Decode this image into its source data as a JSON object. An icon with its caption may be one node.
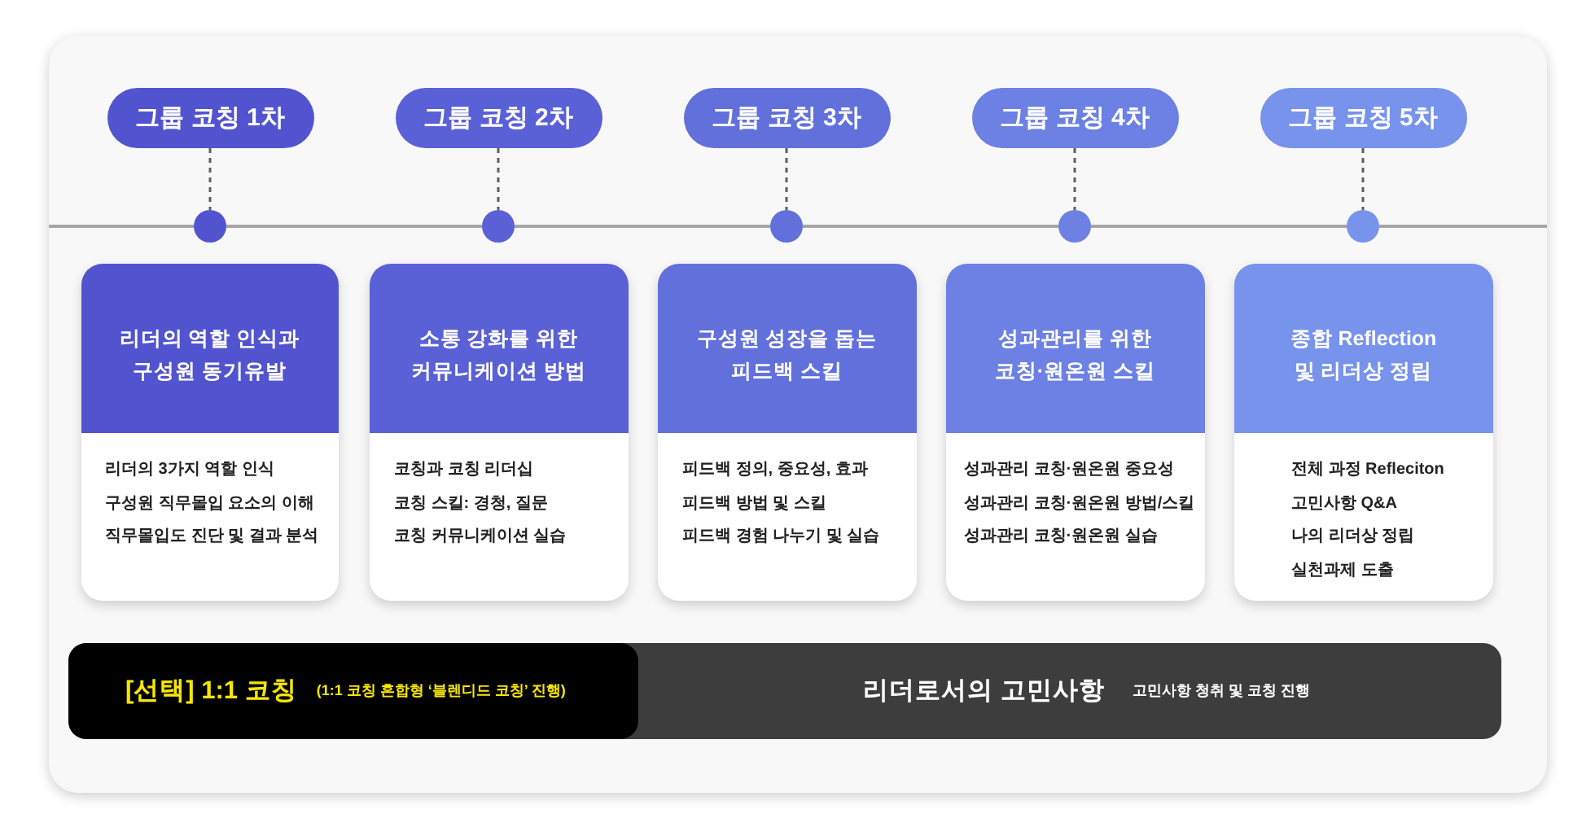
{
  "diagram": {
    "nodes": [
      {
        "text": [
          "그룹 코칭 1차"
        ]
      },
      {
        "text": [
          "그룹 코칭 2차"
        ]
      },
      {
        "text": [
          "그룹 코칭 3차"
        ]
      },
      {
        "text": [
          "그룹 코칭 4차"
        ]
      },
      {
        "text": [
          "그룹 코칭 5차"
        ]
      },
      {
        "text": [],
        "shape": "circle"
      },
      {
        "text": [],
        "shape": "circle"
      },
      {
        "text": [],
        "shape": "circle"
      },
      {
        "text": [],
        "shape": "circle"
      },
      {
        "text": [],
        "shape": "circle"
      },
      {
        "text": [
          "리더의 역할 인식과 구성원 동기유발",
          "리더의 3가지 역할 인식",
          "구성원 직무몰입 요소의 이해",
          "직무몰입도 진단 및 결과 분석"
        ]
      },
      {
        "text": [
          "소통 강화를 위한 커뮤니케이션 방법",
          "코칭과 코칭 리더십",
          "코칭 스킬: 경청, 질문",
          "코칭 커뮤니케이션 실습"
        ]
      },
      {
        "text": [
          "구성원 성장을 돕는 피드백 스킬",
          "피드백 정의, 중요성, 효과",
          "피드백 방법 및 스킬",
          "피드백 경험 나누기 및 실습"
        ]
      },
      {
        "text": [
          "성과관리를 위한 코칭·원온원 스킬",
          "성과관리 코칭·원온원 중요성",
          "성과관리 코칭·원온원 방법/스킬",
          "성과관리 코칭·원온원 실습"
        ]
      },
      {
        "text": [
          "종합 Reflection 및 리더상 정립",
          "전체 과정 Refleciton",
          "고민사항 Q&A",
          "나의 리더상 정립",
          "실천과제 도출"
        ]
      },
      {
        "text": [
          "리더로서의 고민사항",
          "고민사항 청취 및 코칭 진행"
        ]
      },
      {
        "text": [
          "[선택] 1:1 코칭",
          "(1:1 코칭 혼합형 ‘블렌디드 코칭’ 진행)"
        ],
        "in": 15
      }
    ],
    "edges": [
      {
        "from": 0,
        "to": 5,
        "arrow": "none",
        "style": "dashed"
      },
      {
        "from": 1,
        "to": 6,
        "arrow": "none",
        "style": "dashed"
      },
      {
        "from": 2,
        "to": 7,
        "arrow": "none",
        "style": "dashed"
      },
      {
        "from": 3,
        "to": 8,
        "arrow": "none",
        "style": "dashed"
      },
      {
        "from": 4,
        "to": 9,
        "arrow": "none",
        "style": "dashed"
      },
      {
        "from": 5,
        "to": 6,
        "arrow": "none",
        "color": "#a6a6a6"
      },
      {
        "from": 6,
        "to": 7,
        "arrow": "none",
        "color": "#a6a6a6"
      },
      {
        "from": 7,
        "to": 8,
        "arrow": "none",
        "color": "#a6a6a6"
      },
      {
        "from": 8,
        "to": 9,
        "arrow": "none",
        "color": "#a6a6a6"
      }
    ]
  }
}
